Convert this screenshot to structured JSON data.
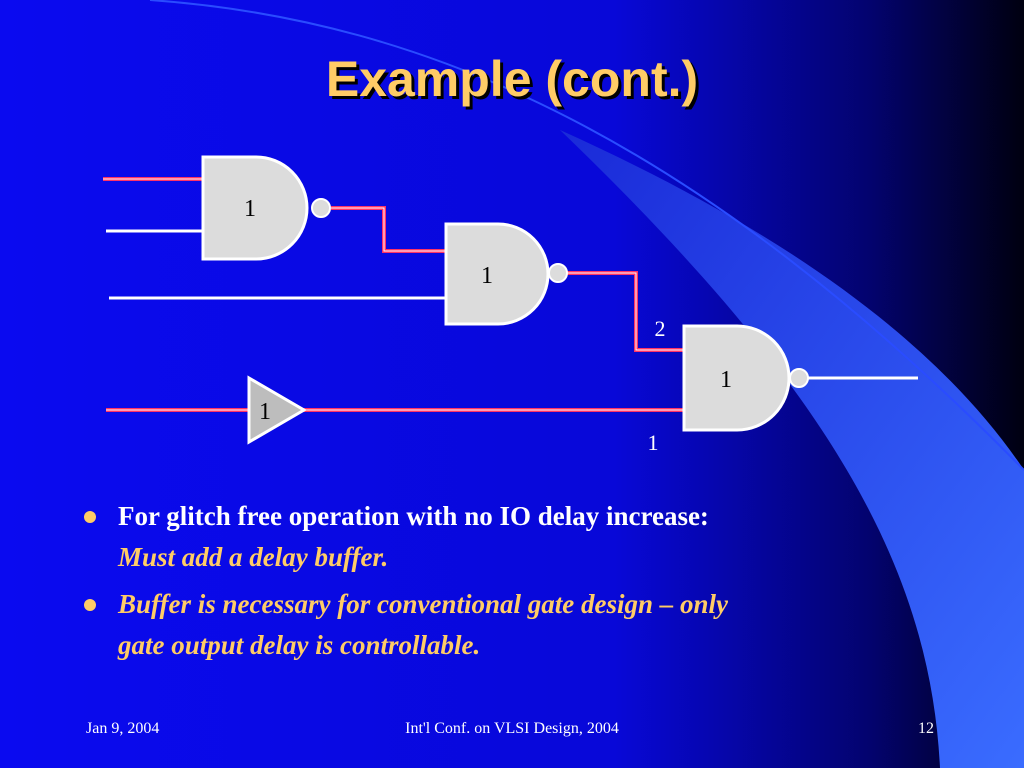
{
  "slide": {
    "title": "Example (cont.)",
    "bullets": [
      {
        "text": "For glitch free operation with no IO delay increase:",
        "subtext": "Must add a delay buffer."
      },
      {
        "text": "Buffer is necessary for conventional gate design – only",
        "subtext": "gate output delay is controllable."
      }
    ],
    "footer": {
      "date": "Jan 9, 2004",
      "conference": "Int'l Conf. on VLSI Design, 2004",
      "page": "12"
    }
  },
  "diagram": {
    "gates": [
      {
        "id": "nand-1",
        "type": "nand",
        "label": "1"
      },
      {
        "id": "nand-2",
        "type": "nand",
        "label": "1"
      },
      {
        "id": "nand-3",
        "type": "nand",
        "label": "1"
      },
      {
        "id": "buffer",
        "type": "buffer",
        "label": "1"
      }
    ],
    "wire_labels": [
      {
        "id": "gate3-input-a-delay",
        "text": "2"
      },
      {
        "id": "gate3-input-b-delay",
        "text": "1"
      }
    ]
  },
  "colors": {
    "background": "#0a0aee",
    "accent_curve": "#3366ff",
    "title": "#ffcc66",
    "highlight_wire": "#ff3366",
    "plain_wire": "#ffffff",
    "gate_fill": "#dcdcdc",
    "buffer_fill": "#bdbdbd"
  }
}
